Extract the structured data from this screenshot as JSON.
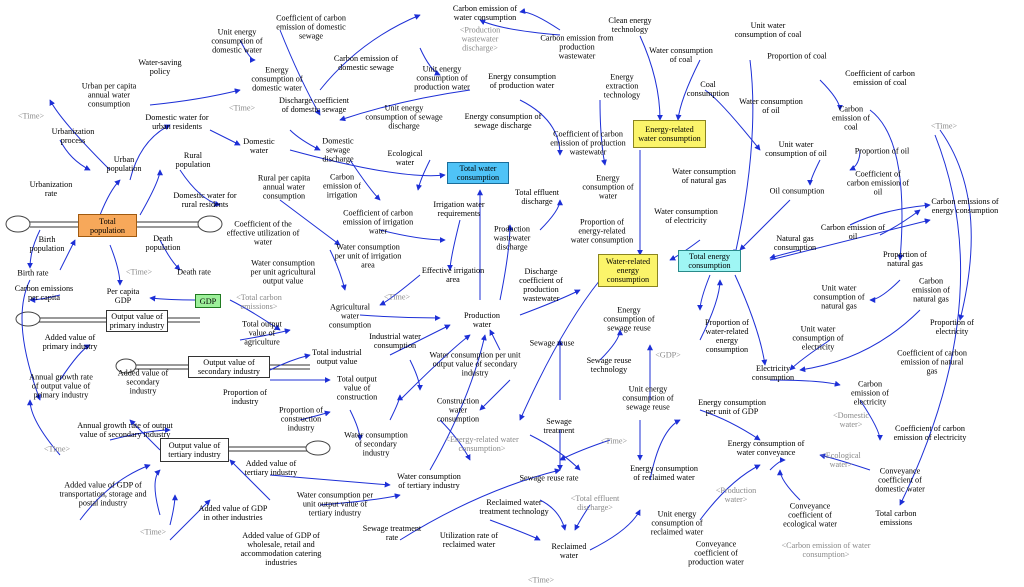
{
  "nodes": {
    "carbon_emission_water_consumption": "Carbon emission of\nwater consumption",
    "clean_energy_technology": "Clean energy\ntechnology",
    "unit_water_consumption_coal": "Unit water\nconsumption of coal",
    "coef_carbon_emission_domestic_sewage": "Coefficient of carbon\nemission of domestic\nsewage",
    "unit_energy_consumption_domestic_water": "Unit energy\nconsumption of\ndomestic water",
    "production_wastewater_discharge_shadow": "<Production\nwastewater\ndischarge>",
    "carbon_emission_production_wastewater": "Carbon emission from\nproduction\nwastewater",
    "water_consumption_of_coal": "Water consumption\nof coal",
    "proportion_of_coal": "Proportion of coal",
    "water_saving_policy": "Water-saving\npolicy",
    "carbon_emission_domestic_sewage": "Carbon emission of\ndomestic sewage",
    "energy_consumption_domestic_water": "Energy\nconsumption of\ndomestic water",
    "unit_energy_consumption_production_water": "Unit energy\nconsumption of\nproduction water",
    "energy_consumption_production_water": "Energy consumption\nof production water",
    "energy_extraction_technology": "Energy\nextraction\ntechnology",
    "coal_consumption": "Coal\nconsumption",
    "coef_carbon_emission_coal": "Coefficient of carbon\nemission of coal",
    "urban_per_capita_annual_water": "Urban per capita\nannual water\nconsumption",
    "time_1": "<Time>",
    "discharge_coef_domestic_sewage": "Discharge coefficient\nof domestic sewage",
    "unit_energy_consumption_sewage_discharge": "Unit energy\nconsumption of sewage\ndischarge",
    "water_consumption_of_oil": "Water consumption\nof oil",
    "carbon_emission_of_coal": "Carbon\nemission of\ncoal",
    "time_2": "<Time>",
    "domestic_water_urban": "Domestic water for\nurban residents",
    "energy_consumption_sewage_discharge": "Energy consumption of\nsewage discharge",
    "coef_carbon_emission_production_wastewater": "Coefficient of carbon\nemission of production\nwastewater",
    "energy_related_water_consumption": "Energy-related\nwater consumption",
    "urbanization_process": "Urbanization\nprocess",
    "time_3": "<Time>",
    "domestic_water": "Domestic\nwater",
    "domestic_sewage_discharge": "Domestic\nsewage\ndischarge",
    "ecological_water": "Ecological\nwater",
    "energy_consumption_of_water": "Energy\nconsumption of\nwater",
    "unit_water_consumption_oil": "Unit water\nconsumption of oil",
    "proportion_of_oil": "Proportion of oil",
    "urban_population": "Urban\npopulation",
    "rural_population": "Rural\npopulation",
    "total_water_consumption": "Total water\nconsumption",
    "water_consumption_natural_gas": "Water consumption\nof natural gas",
    "coef_carbon_emission_oil": "Coefficient of\ncarbon emission of\noil",
    "urbanization_rate": "Urbanization\nrate",
    "carbon_emission_irrigation": "Carbon\nemission of\nirrigation",
    "total_effluent_discharge": "Total effluent\ndischarge",
    "oil_consumption": "Oil consumption",
    "carbon_emissions_energy_consumption": "Carbon emissions of\nenergy consumption",
    "domestic_water_rural": "Domestic water for\nrural residents",
    "rural_per_capita_annual_water": "Rural per capita\nannual water\nconsumption",
    "coef_carbon_emission_irrigation_water": "Coefficient of carbon\nemission of irrigation\nwater",
    "irrigation_water_requirements": "Irrigation water\nrequirements",
    "water_consumption_electricity": "Water consumption\nof electricity",
    "carbon_emission_of_oil": "Carbon emission of\noil",
    "total_population": "Total\npopulation",
    "production_wastewater_discharge": "Production\nwastewater\ndischarge",
    "proportion_energy_related_water": "Proportion of\nenergy-related\nwater consumption",
    "coef_effective_utilization": "Coefficient of the\neffective utilization of\nwater",
    "natural_gas_consumption": "Natural gas\nconsumption",
    "birth_population": "Birth\npopulation",
    "death_population": "Death\npopulation",
    "water_consumption_unit_irrigation": "Water consumption\nper unit of irrigation\narea",
    "total_energy_consumption": "Total energy\nconsumption",
    "proportion_of_natural_gas": "Proportion of\nnatural gas",
    "water_related_energy": "Water-related\nenergy\nconsumption",
    "time_4": "<Time>",
    "effective_irrigation_area": "Effective irrigation\narea",
    "discharge_coef_production_wastewater": "Discharge\ncoefficient of\nproduction\nwastewater",
    "birth_rate": "Birth rate",
    "death_rate": "Death rate",
    "water_consumption_unit_agri_output": "Water consumption\nper unit agricultural\noutput value",
    "carbon_emission_natural_gas": "Carbon\nemission of\nnatural gas",
    "carbon_emissions_per_capita": "Carbon emissions\nper capita",
    "per_capita_gdp": "Per capita\nGDP",
    "gdp": "GDP",
    "total_carbon_emissions_shadow": "<Total carbon\nemissions>",
    "time_5": "<Time>",
    "unit_water_consumption_natural_gas": "Unit water\nconsumption of\nnatural gas",
    "agricultural_water": "Agricultural\nwater\nconsumption",
    "production_water": "Production\nwater",
    "energy_consumption_sewage_reuse": "Energy\nconsumption of\nsewage reuse",
    "proportion_of_electricity": "Proportion of\nelectricity",
    "output_value_primary": "Output value of\nprimary industry",
    "added_value_primary": "Added value of\nprimary industry",
    "total_output_agriculture": "Total output\nvalue of\nagriculture",
    "proportion_water_related_energy": "Proportion of\nwater-related\nenergy\nconsumption",
    "unit_water_consumption_electricity": "Unit water\nconsumption of\nelectricity",
    "industrial_water": "Industrial water\nconsumption",
    "water_consumption_unit_secondary": "Water consumption per unit\noutput value of secondary\nindustry",
    "sewage_reuse": "Sewage reuse",
    "gdp_shadow": "<GDP>",
    "coef_carbon_emission_natural_gas": "Coefficient of carbon\nemission of natural\ngas",
    "output_value_secondary": "Output value of\nsecondary industry",
    "total_industrial_output": "Total industrial\noutput value",
    "sewage_reuse_technology": "Sewage reuse\ntechnology",
    "electricity_consumption": "Electricity\nconsumption",
    "annual_growth_primary": "Annual growth rate\nof output value of\nprimary industry",
    "added_value_secondary": "Added value of\nsecondary\nindustry",
    "total_output_construction": "Total output\nvalue of\nconstruction",
    "unit_energy_consumption_sewage_reuse": "Unit energy\nconsumption of\nsewage reuse",
    "carbon_emission_electricity": "Carbon\nemission of\nelectricity",
    "proportion_of_industry": "Proportion of\nindustry",
    "construction_water": "Construction\nwater\nconsumption",
    "energy_consumption_per_unit_gdp": "Energy consumption\nper unit of GDP",
    "domestic_water_shadow": "<Domestic\nwater>",
    "annual_growth_secondary": "Annual growth rate of output\nvalue of secondary industry",
    "proportion_construction": "Proportion of\nconstruction\nindustry",
    "sewage_treatment": "Sewage\ntreatment",
    "coef_carbon_emission_electricity": "Coefficient of carbon\nemission of electricity",
    "water_consumption_secondary": "Water consumption\nof secondary\nindustry",
    "energy_related_water_shadow": "<Energy-related water\nconsumption>",
    "time_6": "<Time>",
    "energy_consumption_water_conveyance": "Energy consumption of\nwater conveyance",
    "time_7": "<Time>",
    "output_value_tertiary": "Output value of\ntertiary industry",
    "added_value_tertiary": "Added value of\ntertiary industry",
    "energy_consumption_reclaimed_water": "Energy consumption\nof reclaimed water",
    "ecological_water_shadow": "<Ecological\nwater>",
    "conveyance_coef_domestic": "Conveyance\ncoefficient of\ndomestic water",
    "water_consumption_tertiary": "Water consumption\nof tertiary industry",
    "sewage_reuse_rate": "Sewage reuse rate",
    "added_value_transport": "Added value of GDP of\ntransportation, storage and\npostal industry",
    "reclaimed_water_treatment_tech": "Reclaimed water\ntreatment technology",
    "total_effluent_shadow": "<Total effluent\ndischarge>",
    "production_water_shadow": "<Production\nwater>",
    "water_consumption_unit_tertiary": "Water consumption per\nunit output value of\ntertiary industry",
    "added_value_other": "Added value of GDP\nin other industries",
    "unit_energy_consumption_reclaimed": "Unit energy\nconsumption of\nreclaimed water",
    "conveyance_coef_ecological": "Conveyance\ncoefficient of\necological water",
    "total_carbon_emissions": "Total carbon\nemissions",
    "sewage_treatment_rate": "Sewage treatment\nrate",
    "utilization_rate_reclaimed": "Utilization rate of\nreclaimed water",
    "reclaimed_water": "Reclaimed\nwater",
    "time_8": "<Time>",
    "added_value_wholesale": "Added value of GDP of\nwholesale, retail and\naccommodation catering\nindustries",
    "conveyance_coef_production": "Conveyance\ncoefficient of\nproduction water",
    "carbon_emission_water_consumption_shadow": "<Carbon emission of water\nconsumption>",
    "time_9": "<Time>"
  },
  "colors": {
    "arrow": "#1d2fd6",
    "population": "#f7a85a",
    "gdp": "#9df09a",
    "water": "#4fc3f7",
    "energy_related": "#fbf46a",
    "energy": "#9ff6f4"
  }
}
